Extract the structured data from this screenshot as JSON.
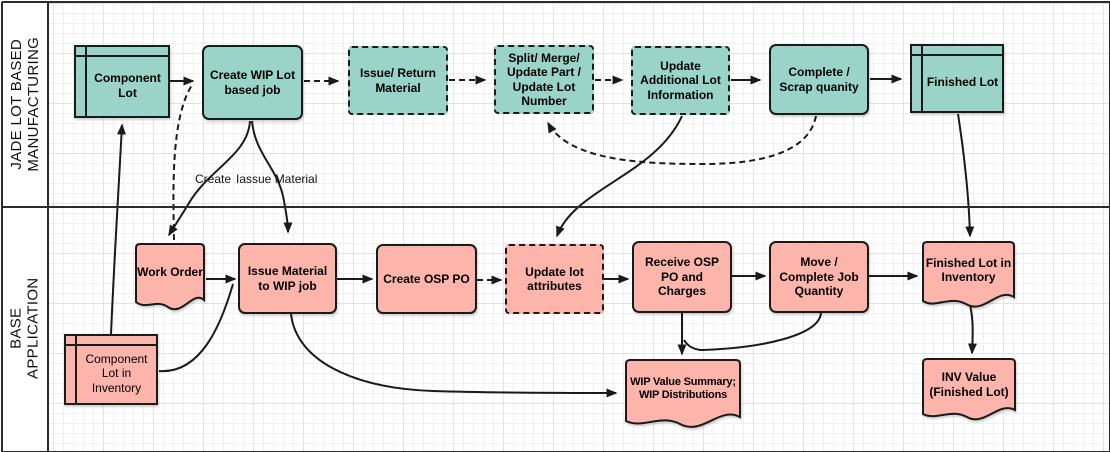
{
  "diagram": {
    "lanes": [
      {
        "label": "JADE LOT BASED MANUFACTURING"
      },
      {
        "label": "BASE APPLICATION"
      }
    ],
    "nodes": {
      "component_lot": {
        "label": "Component Lot"
      },
      "create_wip_lot": {
        "label": "Create WIP Lot based job"
      },
      "issue_return_material": {
        "label": "Issue/ Return Material"
      },
      "split_merge": {
        "label": "Split/ Merge/ Update Part / Update Lot Number"
      },
      "update_additional": {
        "label": "Update Additional Lot Information"
      },
      "complete_scrap": {
        "label": "Complete / Scrap quanity"
      },
      "finished_lot": {
        "label": "Finished Lot"
      },
      "work_order": {
        "label": "Work Order"
      },
      "issue_material_wip": {
        "label": "Issue Material to WIP job"
      },
      "create_osp_po": {
        "label": "Create OSP PO"
      },
      "update_lot_attributes": {
        "label": "Update lot attributes"
      },
      "receive_osp_po": {
        "label": "Receive OSP PO and Charges"
      },
      "move_complete": {
        "label": "Move / Complete Job Quantity"
      },
      "finished_lot_inventory": {
        "label": "Finished Lot in Inventory"
      },
      "component_lot_inventory": {
        "label": "Component Lot in Inventory"
      },
      "wip_value_summary": {
        "label": "WIP Value Summary; WIP Distributions"
      },
      "inv_value": {
        "label": "INV Value (Finished Lot)"
      }
    },
    "edge_labels": {
      "create": "Create",
      "issue_material": "Iassue Material"
    },
    "colors": {
      "lane_top_fill": "#9ad3c8",
      "lane_bottom_fill": "#fcb4ab",
      "shape_stroke": "#1a1a1a",
      "pool_border": "#2b2b2b",
      "grid_line": "#e3e3e3",
      "background": "#ffffff"
    }
  }
}
